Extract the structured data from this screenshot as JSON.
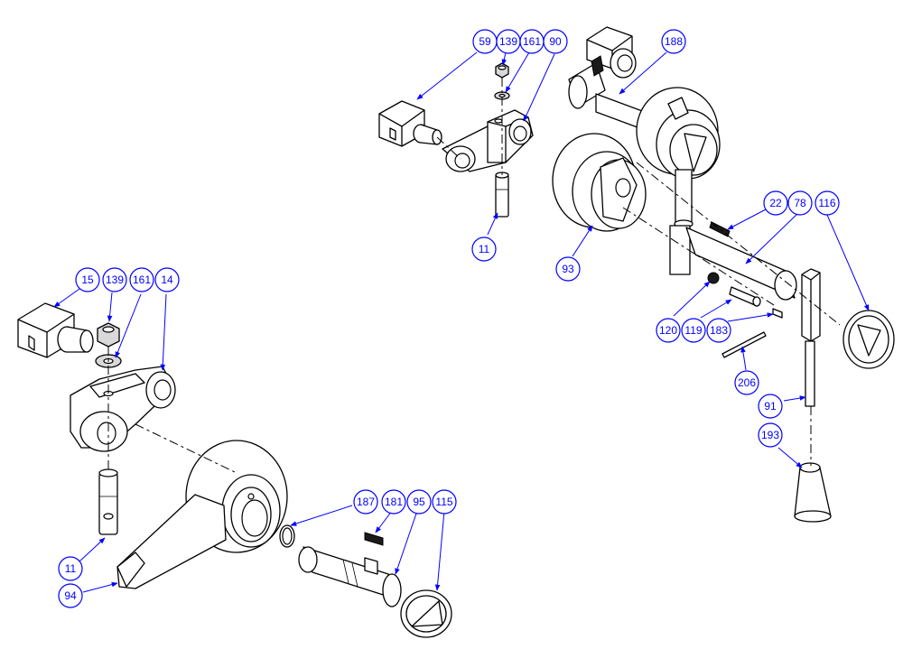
{
  "callouts": [
    {
      "id": "c-59",
      "label": "59"
    },
    {
      "id": "c-139a",
      "label": "139"
    },
    {
      "id": "c-161a",
      "label": "161"
    },
    {
      "id": "c-90",
      "label": "90"
    },
    {
      "id": "c-188",
      "label": "188"
    },
    {
      "id": "c-11a",
      "label": "11"
    },
    {
      "id": "c-93",
      "label": "93"
    },
    {
      "id": "c-22",
      "label": "22"
    },
    {
      "id": "c-78",
      "label": "78"
    },
    {
      "id": "c-116",
      "label": "116"
    },
    {
      "id": "c-120",
      "label": "120"
    },
    {
      "id": "c-119",
      "label": "119"
    },
    {
      "id": "c-183",
      "label": "183"
    },
    {
      "id": "c-206",
      "label": "206"
    },
    {
      "id": "c-91",
      "label": "91"
    },
    {
      "id": "c-193",
      "label": "193"
    },
    {
      "id": "c-15",
      "label": "15"
    },
    {
      "id": "c-139b",
      "label": "139"
    },
    {
      "id": "c-161b",
      "label": "161"
    },
    {
      "id": "c-14",
      "label": "14"
    },
    {
      "id": "c-11b",
      "label": "11"
    },
    {
      "id": "c-94",
      "label": "94"
    },
    {
      "id": "c-187",
      "label": "187"
    },
    {
      "id": "c-181",
      "label": "181"
    },
    {
      "id": "c-95",
      "label": "95"
    },
    {
      "id": "c-115",
      "label": "115"
    }
  ],
  "colors": {
    "callout": "#0000ff",
    "line": "#000000",
    "background": "#ffffff"
  }
}
